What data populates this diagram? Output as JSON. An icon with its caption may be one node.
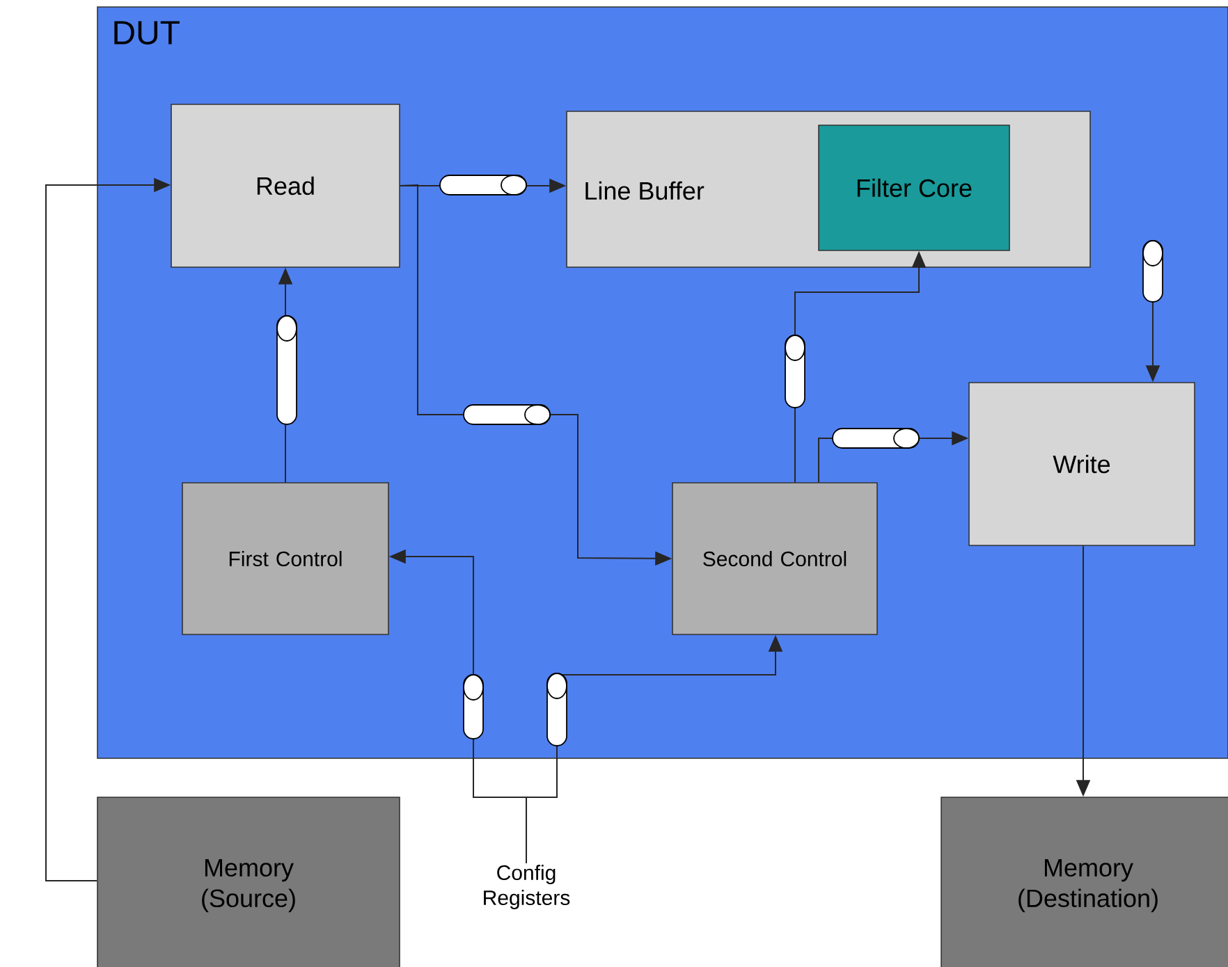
{
  "diagram": {
    "nodes": [
      {
        "text": [
          "DUT"
        ]
      },
      {
        "text": [
          "Read"
        ],
        "in": 0
      },
      {
        "text": [
          "Line Buffer"
        ],
        "in": 0
      },
      {
        "text": [
          "Filter Core"
        ],
        "in": 2
      },
      {
        "text": [
          "Write"
        ],
        "in": 0
      },
      {
        "text": [
          "First Control"
        ],
        "in": 0
      },
      {
        "text": [
          "Second Control"
        ],
        "in": 0
      },
      {
        "text": [
          "Memory (Source)"
        ]
      },
      {
        "text": [
          "Memory (Destination)"
        ]
      },
      {
        "text": [
          "Config Registers"
        ]
      }
    ],
    "edges": [
      {
        "from": 1,
        "to": 2,
        "arrow": "to"
      },
      {
        "from": 1,
        "to": 6,
        "arrow": "to"
      },
      {
        "from": 5,
        "to": 1,
        "arrow": "to"
      },
      {
        "from": 6,
        "to": 3,
        "arrow": "to"
      },
      {
        "from": 6,
        "to": 4,
        "arrow": "to"
      },
      {
        "from": 2,
        "to": 4,
        "arrow": "to"
      },
      {
        "from": 4,
        "to": 8,
        "arrow": "to"
      },
      {
        "from": 7,
        "to": 1,
        "arrow": "to"
      },
      {
        "from": 9,
        "to": 5,
        "arrow": "to"
      },
      {
        "from": 9,
        "to": 6,
        "arrow": "to"
      }
    ]
  }
}
